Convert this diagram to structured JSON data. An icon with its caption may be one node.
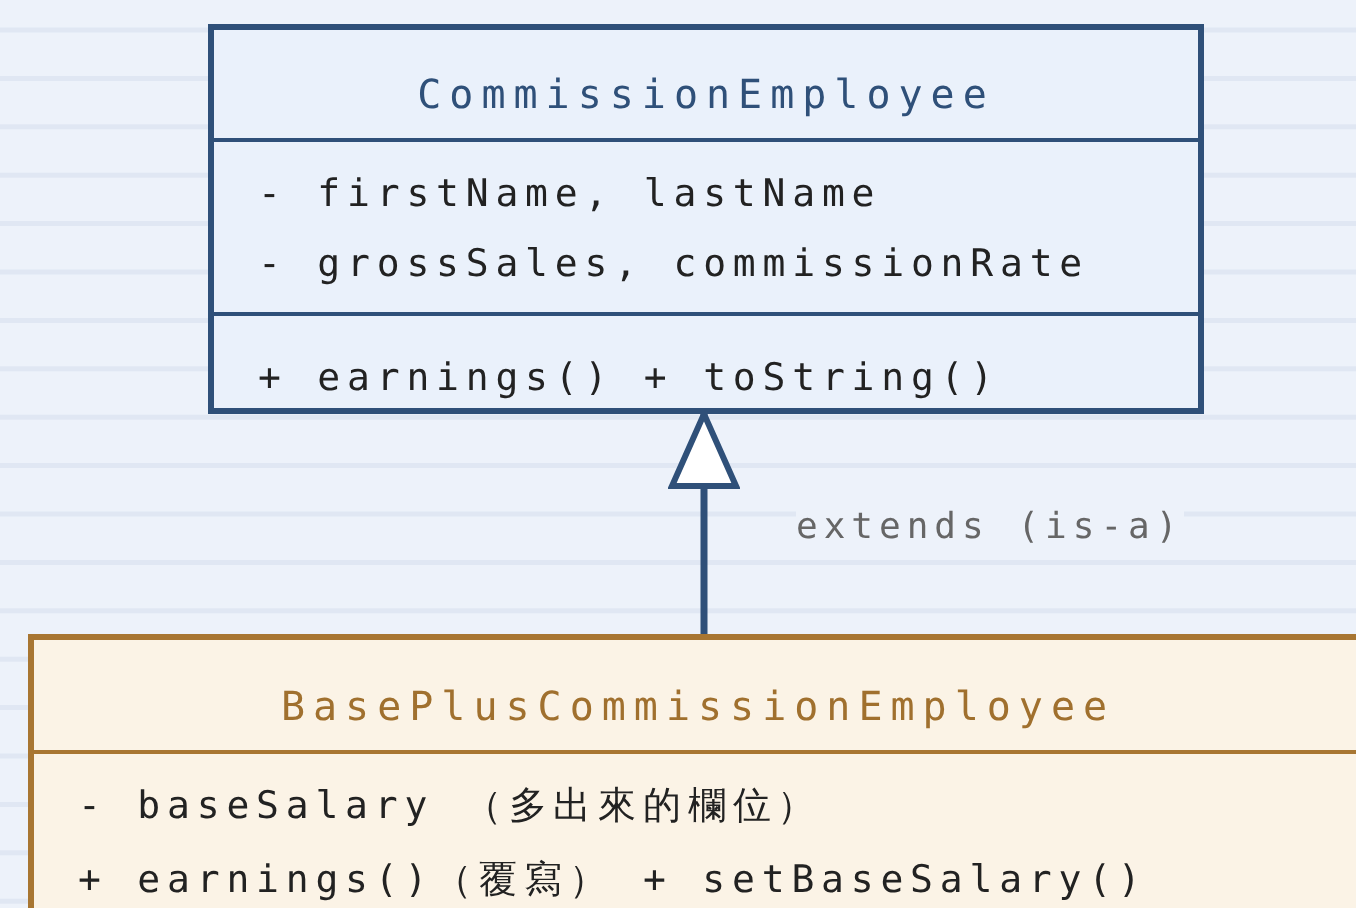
{
  "diagram": {
    "nodes": [
      {
        "text": [
          "CommissionEmployee",
          "- firstName, lastName",
          "- grossSales, commissionRate",
          "+ earnings() + toString()"
        ]
      },
      {
        "text": [
          "BasePlusCommissionEmployee",
          "- baseSalary （多出來的欄位）",
          "+ earnings()（覆寫） + setBaseSalary()"
        ]
      }
    ],
    "edges": [
      {
        "from": 1,
        "to": 0,
        "arrow": "to",
        "label": "extends (is-a)"
      }
    ]
  }
}
